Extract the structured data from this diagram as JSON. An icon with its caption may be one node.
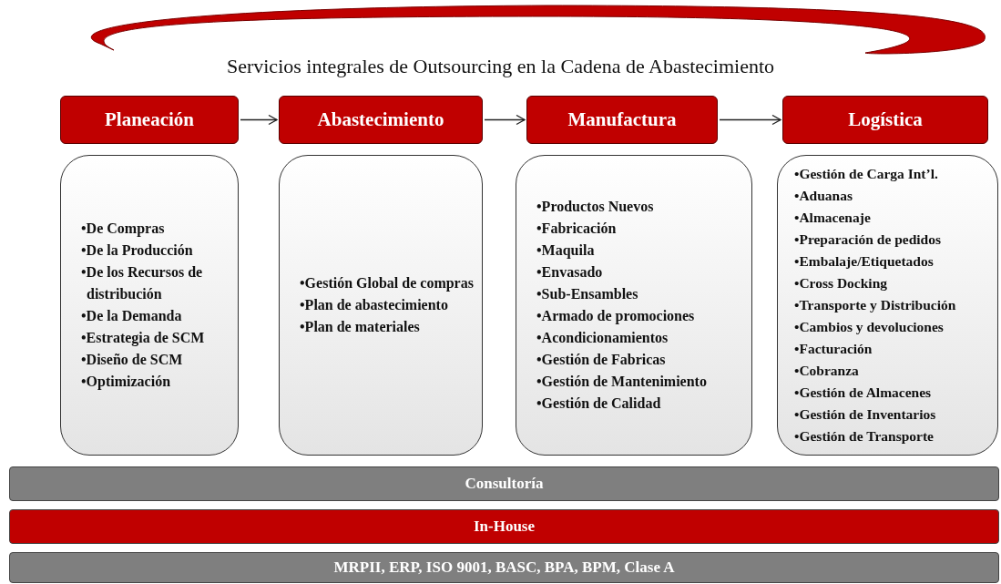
{
  "diagram": {
    "title": "Servicios integrales de Outsourcing en la Cadena de Abastecimiento",
    "nodes": [
      {
        "text": [
          "Planeación"
        ]
      },
      {
        "text": [
          "•De Compras",
          "•De la Producción",
          "•De los Recursos de distribución",
          "•De la Demanda",
          "•Estrategia de SCM",
          "•Diseño de SCM",
          "•Optimización"
        ]
      },
      {
        "text": [
          "Abastecimiento"
        ]
      },
      {
        "text": [
          "•Gestión Global de compras",
          "•Plan de abastecimiento",
          "•Plan de materiales"
        ]
      },
      {
        "text": [
          "Manufactura"
        ]
      },
      {
        "text": [
          "•Productos Nuevos",
          "•Fabricación",
          "•Maquila",
          "•Envasado",
          "•Sub-Ensambles",
          "•Armado de promociones",
          "•Acondicionamientos",
          "•Gestión de Fabricas",
          "•Gestión de Mantenimiento",
          "•Gestión de Calidad"
        ]
      },
      {
        "text": [
          "Logística"
        ]
      },
      {
        "text": [
          "•Gestión de Carga Int’l.",
          "•Aduanas",
          "•Almacenaje",
          "•Preparación de pedidos",
          "•Embalaje/Etiquetados",
          "•Cross Docking",
          "•Transporte y Distribución",
          "•Cambios y devoluciones",
          "•Facturación",
          "•Cobranza",
          "•Gestión de Almacenes",
          "•Gestión de Inventarios",
          "•Gestión de Transporte"
        ]
      },
      {
        "text": [
          "Consultoría"
        ]
      },
      {
        "text": [
          "In-House"
        ]
      },
      {
        "text": [
          "MRPII, ERP, ISO 9001, BASC, BPA, BPM, Clase A"
        ]
      }
    ],
    "edges": [
      {
        "from": 0,
        "to": 2,
        "arrow": "to"
      },
      {
        "from": 2,
        "to": 4,
        "arrow": "to"
      },
      {
        "from": 4,
        "to": 6,
        "arrow": "to"
      }
    ]
  }
}
